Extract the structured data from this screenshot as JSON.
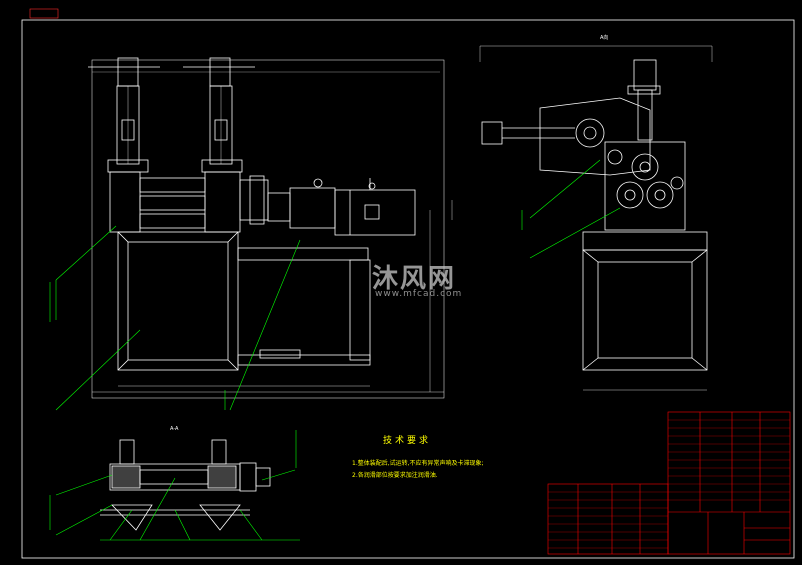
{
  "drawing": {
    "frame_tag": "",
    "watermark_brand": "沐风网",
    "watermark_url": "www.mfcad.com",
    "section_label": "A-A",
    "view_label": "A向"
  },
  "technical_requirements": {
    "title": "技术要求",
    "notes": [
      "1.整体装配后,试运转,不应有异常声响及卡滞现象;",
      "2.各润滑部位按要求加注润滑油."
    ]
  },
  "colors": {
    "background": "#000000",
    "outline": "#ffffff",
    "leader": "#00ff00",
    "title_block": "#ff0000",
    "notes": "#ffff00"
  }
}
